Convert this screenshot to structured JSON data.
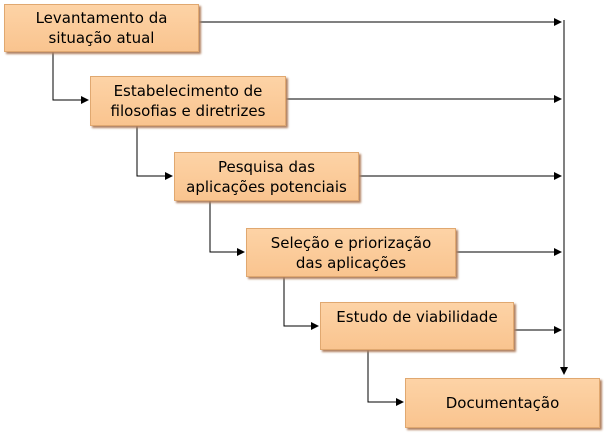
{
  "steps": [
    {
      "label": "Levantamento da\nsituação atual"
    },
    {
      "label": "Estabelecimento de\nfilosofias e diretrizes"
    },
    {
      "label": "Pesquisa das\naplicações potenciais"
    },
    {
      "label": "Seleção e priorização\ndas aplicações"
    },
    {
      "label": "Estudo de viabilidade"
    },
    {
      "label": "Documentação"
    }
  ],
  "colors": {
    "box_fill": "#fdcc99",
    "line": "#000000"
  }
}
